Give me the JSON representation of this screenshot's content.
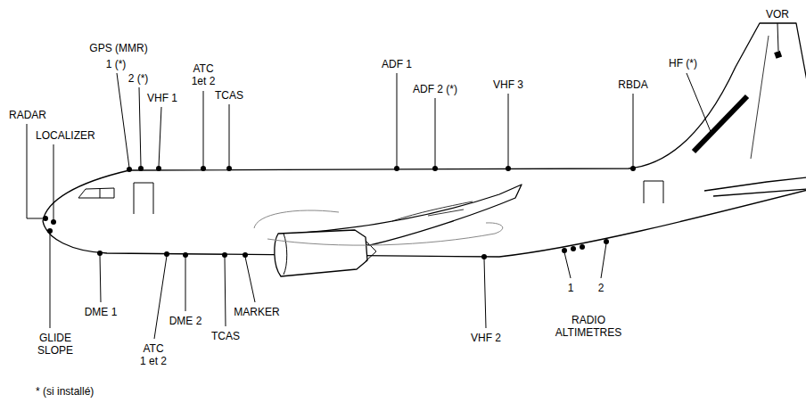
{
  "diagram": {
    "labels": [
      "VOR",
      "HF (*)",
      "RBDA",
      "VHF 3",
      "ADF 2 (*)",
      "ADF 1",
      "ATC 1et 2",
      "TCAS",
      "GPS (MMR)",
      "1 (*)",
      "2 (*)",
      "VHF 1",
      "RADAR",
      "LOCALIZER",
      "GLIDE SLOPE",
      "DME 1",
      "ATC 1 et 2",
      "DME 2",
      "TCAS",
      "MARKER",
      "VHF 2",
      "1",
      "2",
      "RADIO ALTIMETRES",
      "* (si installé)"
    ]
  }
}
